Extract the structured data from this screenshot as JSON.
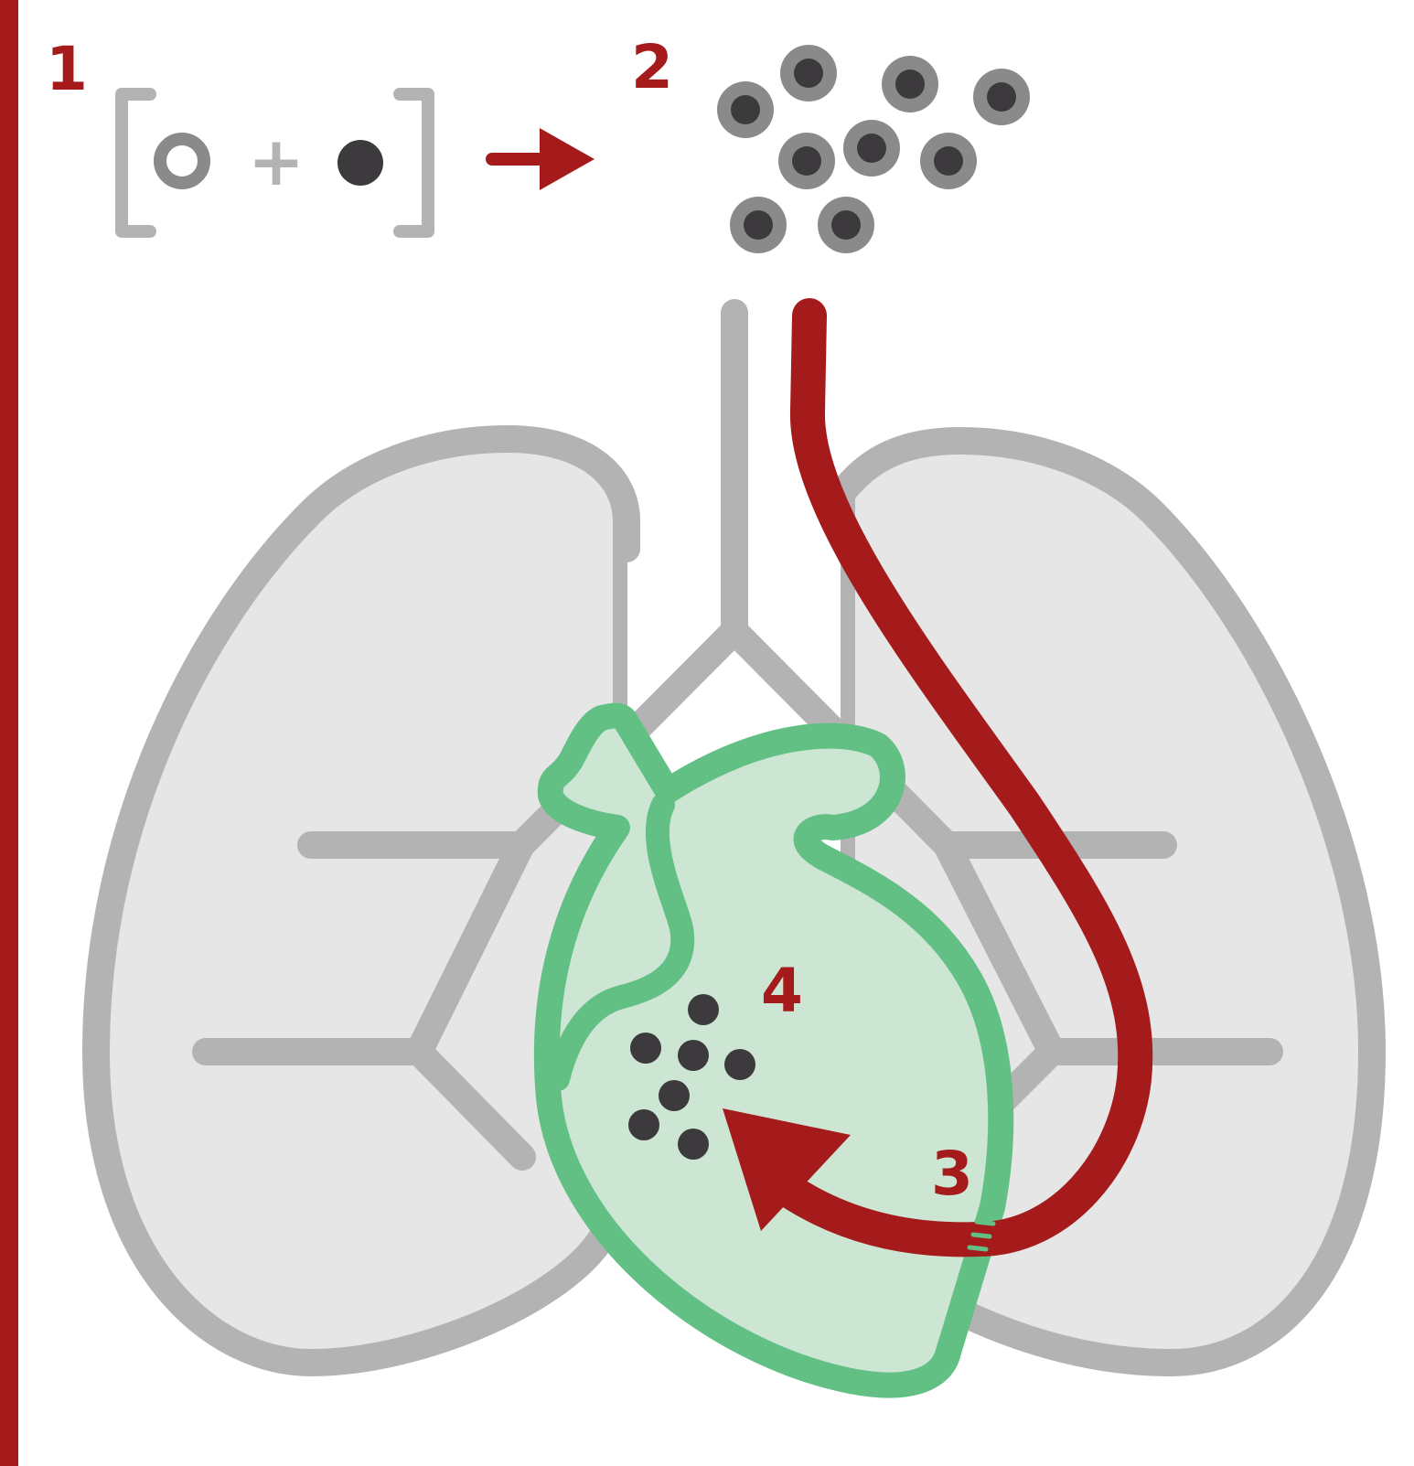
{
  "steps": {
    "step1": "1",
    "step2": "2",
    "step3": "3",
    "step4": "4"
  },
  "formula": {
    "operator": "+"
  },
  "colors": {
    "accent_red": "#a51a1a",
    "lung_fill": "#e6e6e6",
    "lung_stroke": "#b3b3b3",
    "heart_fill": "#cde6d4",
    "heart_stroke": "#62c084",
    "particle_dark": "#3d3a3d",
    "particle_ring": "#8a8a8a"
  },
  "icons": [
    "empty-particle-icon",
    "filled-particle-icon",
    "combined-particle-icon",
    "lungs-icon",
    "heart-icon",
    "catheter-icon"
  ]
}
